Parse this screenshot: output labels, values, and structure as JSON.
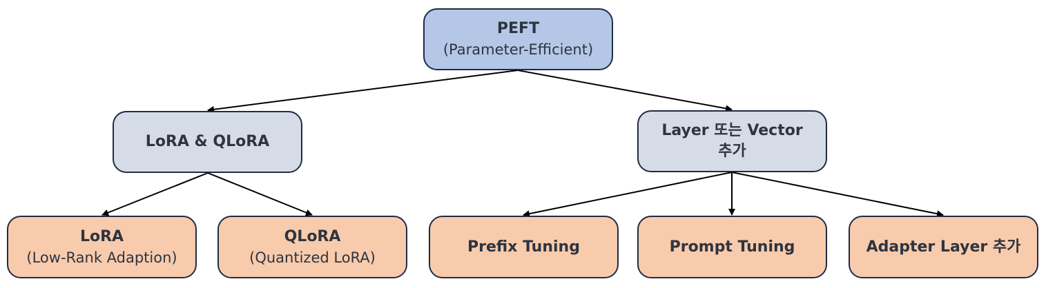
{
  "diagram": {
    "root": {
      "title": "PEFT",
      "subtitle": "(Parameter-Efficient)"
    },
    "groups": [
      {
        "title": "LoRA & QLoRA"
      },
      {
        "title_line1": "Layer 또는 Vector",
        "title_line2": "추가"
      }
    ],
    "leaves": [
      {
        "title": "LoRA",
        "subtitle": "(Low-Rank Adaption)"
      },
      {
        "title": "QLoRA",
        "subtitle": "(Quantized LoRA)"
      },
      {
        "title": "Prefix Tuning"
      },
      {
        "title": "Prompt Tuning"
      },
      {
        "title": "Adapter Layer 추가"
      }
    ],
    "colors": {
      "root_fill": "#b4c7e7",
      "group_fill": "#d6dce5",
      "leaf_fill": "#f8cbad",
      "border": "#1f2a44",
      "arrow": "#000000"
    }
  }
}
